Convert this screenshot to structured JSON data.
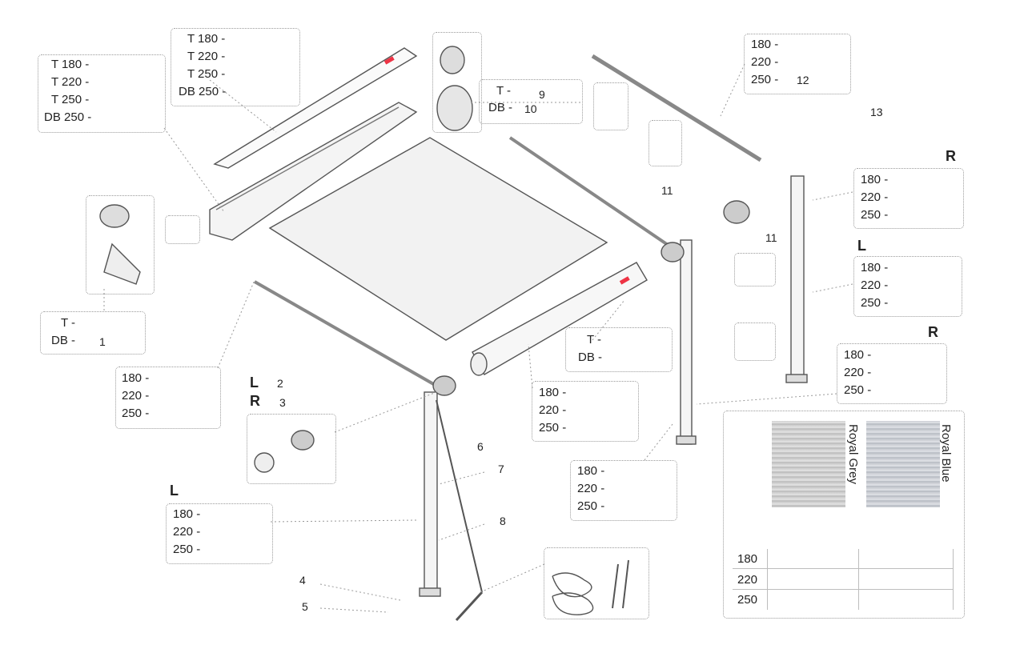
{
  "callouts": {
    "n1": "1",
    "n2": "2",
    "n3": "3",
    "n4": "4",
    "n5": "5",
    "n6": "6",
    "n7": "7",
    "n8": "8",
    "n9": "9",
    "n10": "10",
    "n11a": "11",
    "n11b": "11",
    "n12": "12",
    "n13": "13"
  },
  "boxes": {
    "front_left_top": [
      "T 180 -",
      "T 220 -",
      "T 250 -",
      "DB 250 -"
    ],
    "front_center_top": [
      "T 180 -",
      "T 220 -",
      "T 250 -",
      "DB 250 -"
    ],
    "end_cap_right": [
      "T -",
      "DB -"
    ],
    "rear_rail_right": [
      "180 -",
      "220 -",
      "250 -"
    ],
    "end_cap_left": [
      "T -",
      "DB -"
    ],
    "rafter_left": [
      "180 -",
      "220 -",
      "250 -"
    ],
    "front_rail_bottom": [
      "T -",
      "DB -"
    ],
    "front_rail_lengths": [
      "180 -",
      "220 -",
      "250 -"
    ],
    "leg_left": [
      "180 -",
      "220 -",
      "250 -"
    ],
    "leg_center": [
      "180 -",
      "220 -",
      "250 -"
    ],
    "leg_right_r": [
      "180 -",
      "220 -",
      "250 -"
    ],
    "leg_right_l": [
      "180 -",
      "220 -",
      "250 -"
    ],
    "leg_right_r2": [
      "180 -",
      "220 -",
      "250 -"
    ]
  },
  "side_labels": {
    "L_joint": "L",
    "R_joint": "R",
    "L_leg": "L",
    "R_top": "R",
    "L_right": "L",
    "R_right": "R"
  },
  "fabric": {
    "colors": [
      "Royal Grey",
      "Royal Blue"
    ],
    "sizes": [
      "180",
      "220",
      "250"
    ]
  }
}
